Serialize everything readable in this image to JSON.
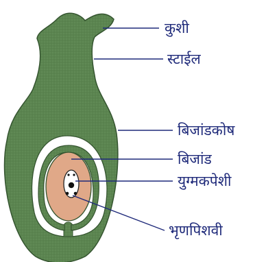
{
  "labels": {
    "stigma": "कुशी",
    "style": "स्टाईल",
    "ovary": "बिजांडकोष",
    "ovule": "बिजांड",
    "egg_cell": "युग्मकपेशी",
    "embryo_sac": "भृणपिशवी"
  },
  "colors": {
    "pistil_fill": "#5b8450",
    "pistil_edge": "#34542f",
    "ovule_fill": "#e0a888",
    "label_text": "#1f2a7a",
    "cavity": "#ffffff"
  }
}
